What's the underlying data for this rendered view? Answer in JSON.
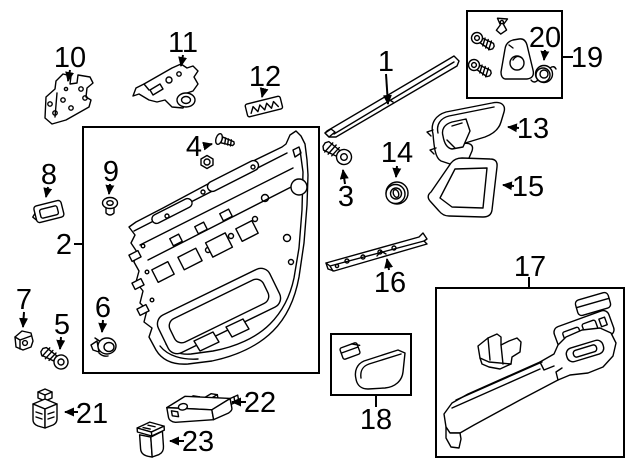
{
  "canvas": {
    "background": "#ffffff",
    "line_color": "#000000",
    "box_border_color": "#000000"
  },
  "labels": {
    "1": "1",
    "2": "2",
    "3": "3",
    "4": "4",
    "5": "5",
    "6": "6",
    "7": "7",
    "8": "8",
    "9": "9",
    "10": "10",
    "11": "11",
    "12": "12",
    "13": "13",
    "14": "14",
    "15": "15",
    "16": "16",
    "17": "17",
    "18": "18",
    "19": "19",
    "20": "20",
    "21": "21",
    "22": "22",
    "23": "23"
  }
}
